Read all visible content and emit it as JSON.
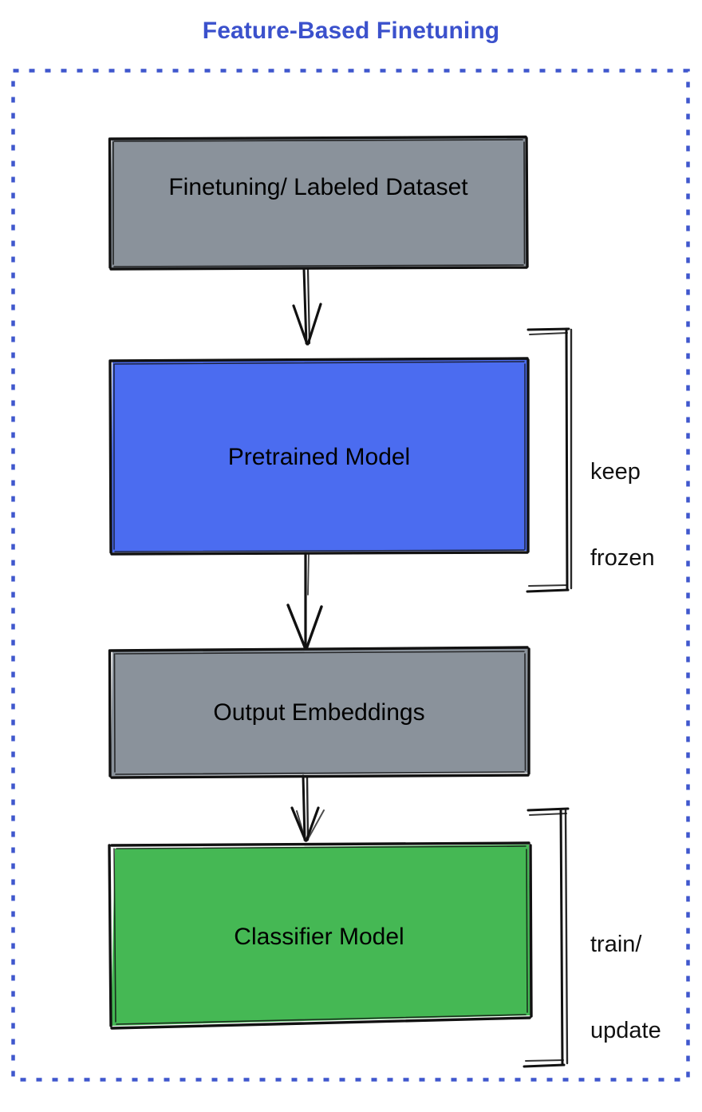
{
  "title": "Feature-Based Finetuning",
  "colors": {
    "title": "#3b51cc",
    "container_border": "#3f57cd",
    "gray_fill": "#8a929b",
    "blue_fill": "#4b6cf0",
    "green_fill": "#45b854",
    "stroke": "#111111",
    "label_text": "#000000",
    "background": "#ffffff"
  },
  "container": {
    "name": "dashed-container",
    "border_style": "dashed"
  },
  "nodes": [
    {
      "id": "dataset",
      "label": "Finetuning/ Labeled Dataset",
      "fill": "#8a929b",
      "shape": "rectangle"
    },
    {
      "id": "pretrained",
      "label": "Pretrained Model",
      "fill": "#4b6cf0",
      "shape": "rectangle"
    },
    {
      "id": "embeddings",
      "label": "Output Embeddings",
      "fill": "#8a929b",
      "shape": "rectangle"
    },
    {
      "id": "classifier",
      "label": "Classifier Model",
      "fill": "#45b854",
      "shape": "rectangle"
    }
  ],
  "edges": [
    {
      "id": "edge-dataset-pretrained",
      "from": "dataset",
      "to": "pretrained",
      "label": ""
    },
    {
      "id": "edge-pretrained-embeddings",
      "from": "pretrained",
      "to": "embeddings",
      "label": ""
    },
    {
      "id": "edge-embeddings-classifier",
      "from": "embeddings",
      "to": "classifier",
      "label": ""
    }
  ],
  "annotations": [
    {
      "id": "keep-frozen",
      "line1": "keep",
      "line2": "frozen",
      "targets": [
        "pretrained"
      ],
      "marker": "bracket"
    },
    {
      "id": "train-update",
      "line1": "train/",
      "line2": "update",
      "targets": [
        "classifier"
      ],
      "marker": "bracket"
    }
  ]
}
